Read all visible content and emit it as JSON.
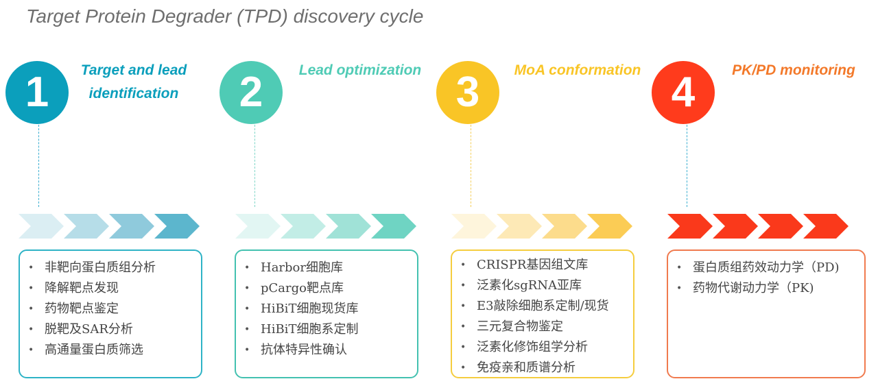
{
  "title": "Target Protein Degrader (TPD) discovery cycle",
  "stages": [
    {
      "number": "1",
      "title_lines": [
        "Target and lead",
        "identification"
      ],
      "color": "#0b9fbc",
      "box_border": "#2eb3c6",
      "chevron_colors": [
        "#dbeef3",
        "#b6dde8",
        "#8fcadc",
        "#5cb6cd"
      ],
      "items": [
        "非靶向蛋白质组分析",
        "降解靶点发现",
        "药物靶点鉴定",
        "脱靶及SAR分析",
        "高通量蛋白质筛选"
      ]
    },
    {
      "number": "2",
      "title_lines": [
        "Lead optimization"
      ],
      "color": "#4fcbb5",
      "box_border": "#43c1b0",
      "chevron_colors": [
        "#e2f6f3",
        "#c2ede6",
        "#a0e2d7",
        "#6fd4c3"
      ],
      "items": [
        "Harbor细胞库",
        "pCargo靶点库",
        "HiBiT细胞现货库",
        "HiBiT细胞系定制",
        "抗体特异性确认"
      ]
    },
    {
      "number": "3",
      "title_lines": [
        "MoA conformation"
      ],
      "color": "#f9c526",
      "box_border": "#f5cd3e",
      "chevron_colors": [
        "#fef5dc",
        "#fde9b6",
        "#fcdc8c",
        "#fbcc55"
      ],
      "items": [
        "CRISPR基因组文库",
        "泛素化sgRNA亚库",
        "E3敲除细胞系定制/现货",
        "三元复合物鉴定",
        "泛素化修饰组学分析",
        "免疫亲和质谱分析"
      ]
    },
    {
      "number": "4",
      "title_lines": [
        "PK/PD monitoring"
      ],
      "color": "#ff3b1c",
      "title_color": "#f3792a",
      "box_border": "#f07a4e",
      "chevron_colors": [
        "#fa391b",
        "#fa391b",
        "#fa391b",
        "#fa391b"
      ],
      "items": [
        "蛋白质组药效动力学（PD)",
        "药物代谢动力学（PK)"
      ]
    }
  ]
}
